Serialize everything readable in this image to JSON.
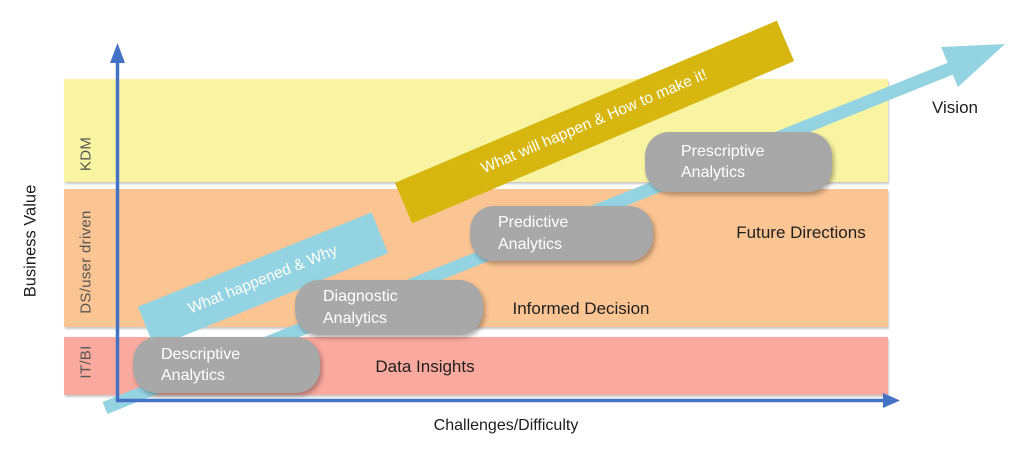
{
  "axes": {
    "y_label": "Business Value",
    "x_label": "Challenges/Difficulty",
    "axis_color": "#4472c4"
  },
  "bands": [
    {
      "label": "KDM",
      "color": "#f8f4a2"
    },
    {
      "label": "DS/user driven",
      "color": "#fbc493"
    },
    {
      "label": "IT/BI",
      "color": "#f9a99e"
    }
  ],
  "stages": [
    {
      "label": "Descriptive\nAnalytics"
    },
    {
      "label": "Diagnostic\nAnalytics"
    },
    {
      "label": "Predictive\nAnalytics"
    },
    {
      "label": "Prescriptive\nAnalytics"
    }
  ],
  "outcomes": [
    {
      "label": "Data Insights"
    },
    {
      "label": "Informed Decision"
    },
    {
      "label": "Future Directions"
    }
  ],
  "ribbons": [
    {
      "label": "What happened & Why",
      "color": "#94d3e1"
    },
    {
      "label": "What will happen & How to make it!",
      "color": "#d7b70f"
    }
  ],
  "vision": {
    "label": "Vision",
    "arrow_color": "#94d3e1"
  },
  "colors": {
    "stage_box": "#a8a8a8",
    "stage_text": "#ffffff",
    "band_label_text": "#565656",
    "body_text": "#1f1f1f"
  }
}
